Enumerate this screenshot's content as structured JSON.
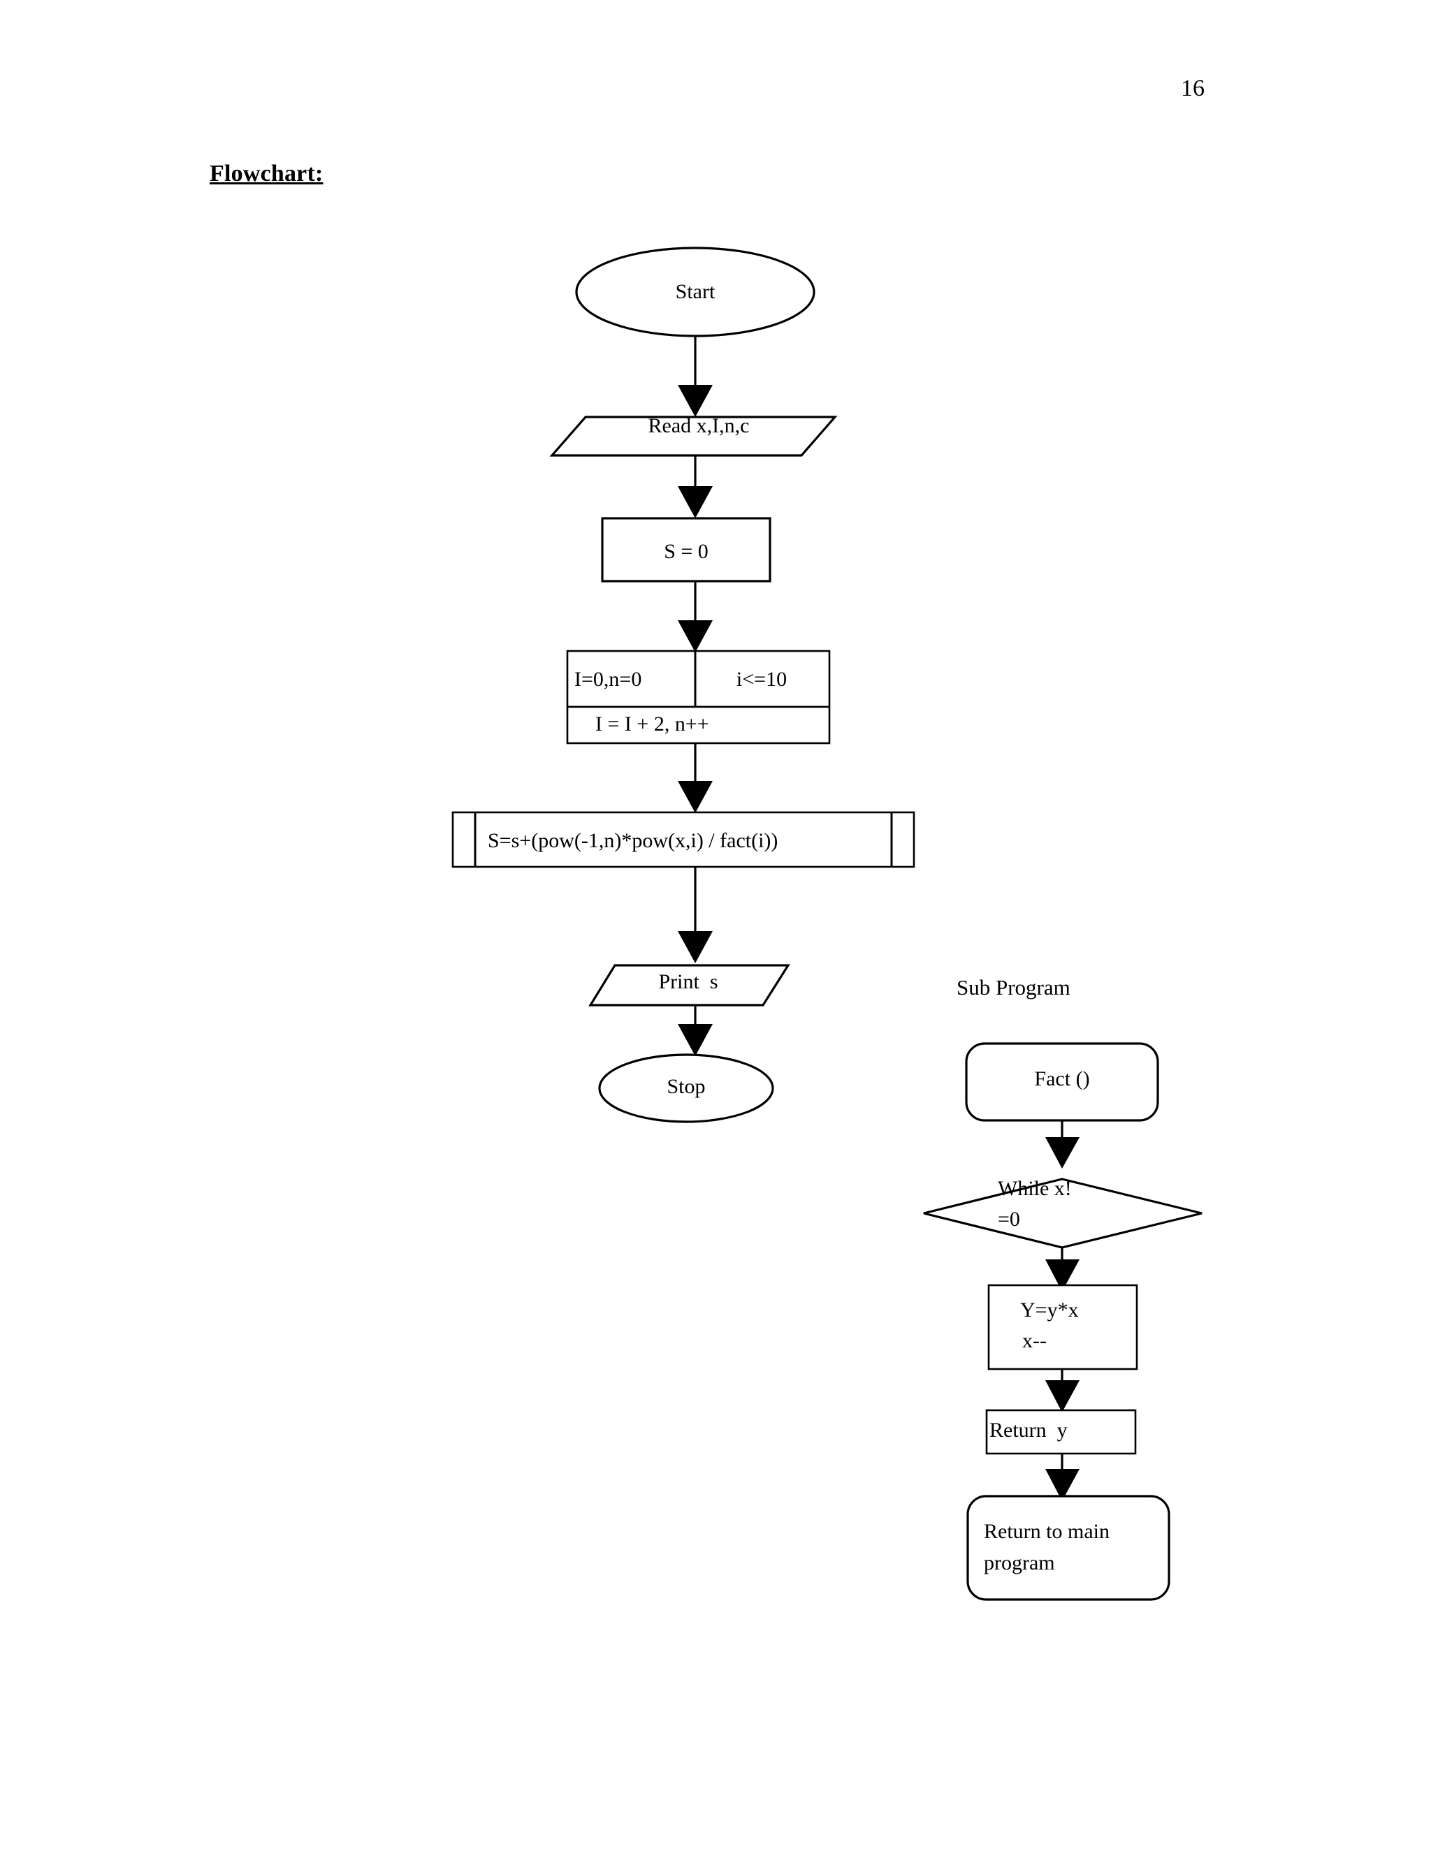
{
  "page": {
    "number": "16",
    "section_title": "Flowchart:"
  },
  "main_flow": {
    "start": "Start",
    "read": "Read x,I,n,c",
    "init": "S = 0",
    "loop_init": "I=0,n=0",
    "loop_condition": "i<=10",
    "loop_increment": "I = I + 2, n++",
    "formula": "S=s+(pow(-1,n)*pow(x,i) / fact(i))",
    "print": "Print  s",
    "stop": "Stop"
  },
  "sub_program": {
    "heading": "Sub Program",
    "entry": "Fact ()",
    "condition_line1": "While x!",
    "condition_line2": "=0",
    "body_line1": "Y=y*x",
    "body_line2": "x--",
    "return_value": "Return  y",
    "return_main_line1": "Return to main",
    "return_main_line2": "program"
  },
  "colors": {
    "ink": "#000000",
    "paper": "#ffffff"
  }
}
